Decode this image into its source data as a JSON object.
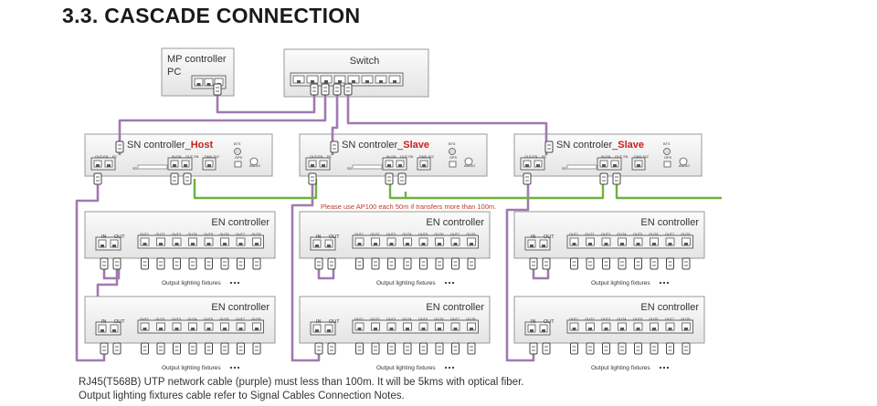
{
  "heading": "3.3. CASCADE CONNECTION",
  "colors": {
    "purple": "#a07ab0",
    "green": "#6db33f",
    "red": "#c8201e",
    "note": "#c0392b",
    "tick": "#5aa9d6"
  },
  "mp_controller": {
    "line1": "MP controller",
    "line2": "PC"
  },
  "switch": {
    "label": "Switch"
  },
  "sn_controllers": [
    {
      "prefix": "SN controller_",
      "role": "Host"
    },
    {
      "prefix": "SN controler_",
      "role": "Slave"
    },
    {
      "prefix": "SN controler_",
      "role": "Slave"
    }
  ],
  "sn_ports": {
    "out_en": "OUT-EN",
    "pc": "PC",
    "in_sn": "IN-SN",
    "out_sn": "OUT-SN",
    "dmx": "DMX-512",
    "bts": "BTS",
    "gps": "GPS",
    "audio": "AUDIO",
    "sd": "SD"
  },
  "note_text": "Please use AP100 each 50m if transfers more than 100m.",
  "en_controller": {
    "title": "EN controller",
    "in_label": "IN",
    "out_label": "OUT",
    "outputs": [
      "OUT1",
      "OUT2",
      "OUT3",
      "OUT4",
      "OUT5",
      "OUT6",
      "OUT7",
      "OUT8"
    ],
    "fixtures_label": "Output lighting fixtures"
  },
  "footnotes": [
    "RJ45(T568B) UTP network cable (purple) must less than 100m. It will be 5kms with optical fiber.",
    "Output lighting fixtures cable refer to Signal Cables Connection Notes."
  ]
}
